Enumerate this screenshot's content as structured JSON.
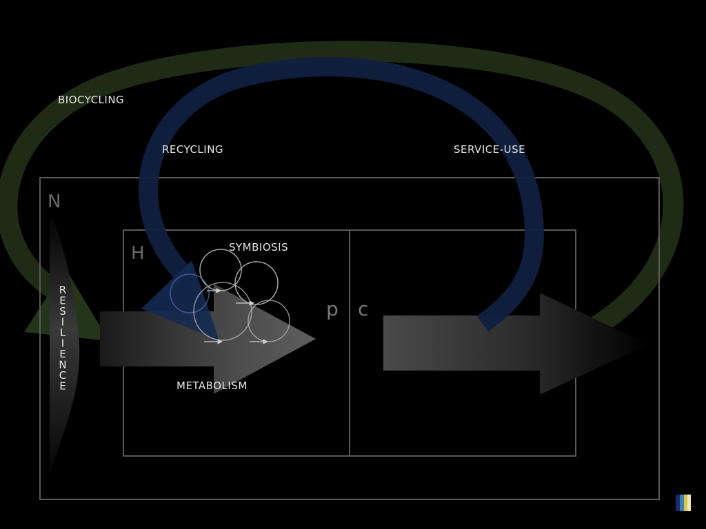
{
  "labels": {
    "biocycling": "BIOCYCLING",
    "recycling": "RECYCLING",
    "service_use": "SERVICE-USE",
    "symbiosis": "SYMBIOSIS",
    "metabolism": "METABOLISM",
    "resilience": "RESILIENCE",
    "n": "N",
    "h": "H",
    "p": "p",
    "c": "c"
  },
  "colors": {
    "background": "#000000",
    "biocycling_loop": "#1e2c15",
    "recycling_loop": "#0f1f3d",
    "box_stroke": "#5a5a5a",
    "text": "#e6e6e6"
  }
}
